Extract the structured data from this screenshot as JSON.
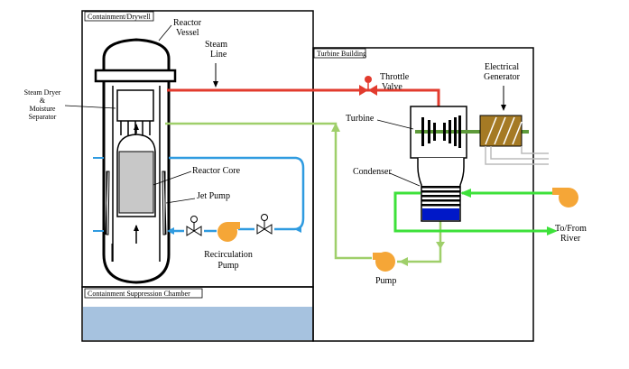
{
  "colors": {
    "steam": "#e23b2e",
    "feedwater": "#9fcf6a",
    "recirc": "#2f9be0",
    "cooling": "#3de13a",
    "pump": "#f5a637",
    "core": "#c8c8c8",
    "pool": "#a6c2df",
    "condensate_water": "#0018c8",
    "generator": "#a57a24",
    "shaft": "#5e9a3a"
  },
  "boxes": {
    "drywell": "Containment/Drywell",
    "turbine_building": "Turbine Building",
    "suppression": "Containment Suppression Chamber"
  },
  "labels": {
    "reactor_vessel": [
      "Reactor",
      "Vessel"
    ],
    "steam_line": [
      "Steam",
      "Line"
    ],
    "steam_dryer": [
      "Steam Dryer",
      "&",
      "Moisture",
      "Separator"
    ],
    "reactor_core": "Reactor Core",
    "jet_pump": "Jet Pump",
    "recirc_pump": [
      "Recirculation",
      "Pump"
    ],
    "throttle_valve": [
      "Throttle",
      "Valve"
    ],
    "electrical_generator": [
      "Electrical",
      "Generator"
    ],
    "turbine": "Turbine",
    "condenser": "Condenser",
    "pump": "Pump",
    "to_from_river": [
      "To/From",
      "River"
    ]
  },
  "icons": [
    "valve-icon",
    "pump-icon"
  ]
}
